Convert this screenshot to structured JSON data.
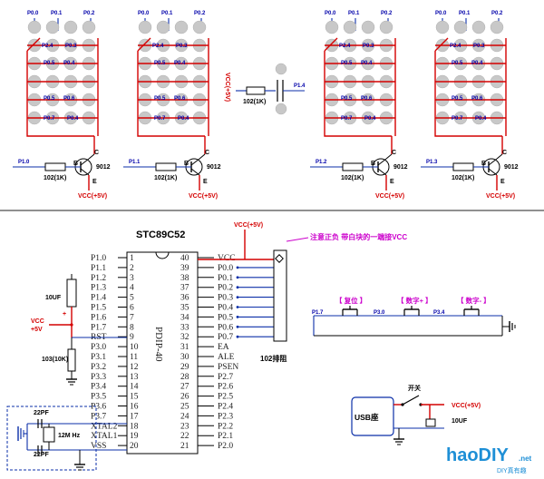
{
  "matrix_labels": {
    "p00": "P0.0",
    "p01": "P0.1",
    "p02": "P0.2",
    "p03": "P0.3",
    "p04": "P0.4",
    "p05": "P0.5",
    "p06": "P0.6",
    "p07": "P0.7",
    "p24": "P2.4"
  },
  "drivers": [
    {
      "port": "P1.0",
      "resistor": "102(1K)",
      "transistor": "9012",
      "b": "B",
      "c": "C",
      "e": "E",
      "vcc": "VCC(+5V)"
    },
    {
      "port": "P1.1",
      "resistor": "102(1K)",
      "transistor": "9012",
      "b": "B",
      "c": "C",
      "e": "E",
      "vcc": "VCC(+5V)"
    },
    {
      "port": "P1.2",
      "resistor": "102(1K)",
      "transistor": "9012",
      "b": "B",
      "c": "C",
      "e": "E",
      "vcc": "VCC(+5V)"
    },
    {
      "port": "P1.3",
      "resistor": "102(1K)",
      "transistor": "9012",
      "b": "B",
      "c": "C",
      "e": "E",
      "vcc": "VCC(+5V)"
    }
  ],
  "single_led": {
    "vcc": "VCC(+5V)",
    "resistor": "102(1K)",
    "port": "P1.4"
  },
  "mcu": {
    "name": "STC89C52",
    "package": "PDIP-40",
    "left_pins": [
      "P1.0",
      "P1.1",
      "P1.2",
      "P1.3",
      "P1.4",
      "P1.5",
      "P1.6",
      "P1.7",
      "RST",
      "P3.0",
      "P3.1",
      "P3.2",
      "P3.3",
      "P3.4",
      "P3.5",
      "P3.6",
      "P3.7",
      "XTAL2",
      "XTAL1",
      "VSS"
    ],
    "left_nums": [
      "1",
      "2",
      "3",
      "4",
      "5",
      "6",
      "7",
      "8",
      "9",
      "10",
      "11",
      "12",
      "13",
      "14",
      "15",
      "16",
      "17",
      "18",
      "19",
      "20"
    ],
    "right_pins": [
      "VCC",
      "P0.0",
      "P0.1",
      "P0.2",
      "P0.3",
      "P0.4",
      "P0.5",
      "P0.6",
      "P0.7",
      "EA",
      "ALE",
      "PSEN",
      "P2.7",
      "P2.6",
      "P2.5",
      "P2.4",
      "P2.3",
      "P2.2",
      "P2.1",
      "P2.0"
    ],
    "right_nums": [
      "40",
      "39",
      "38",
      "37",
      "36",
      "35",
      "34",
      "33",
      "32",
      "31",
      "30",
      "29",
      "28",
      "27",
      "26",
      "25",
      "24",
      "23",
      "22",
      "21"
    ]
  },
  "reset": {
    "cap": "10UF",
    "vcc": "VCC\n+5V",
    "vcc_line1": "VCC",
    "vcc_line2": "+5V",
    "resistor": "103(10K)"
  },
  "crystal": {
    "cap1": "22PF",
    "cap2": "22PF",
    "xtal": "12M Hz"
  },
  "rpack": {
    "vcc": "VCC(+5V)",
    "label": "102排阻"
  },
  "note": "注意正负  带白块的一端接VCC",
  "buttons": [
    {
      "name": "【 复位 】",
      "port": "P1.7"
    },
    {
      "name": "【 数字+ 】",
      "port": "P3.0"
    },
    {
      "name": "【 数字- 】",
      "port": "P3.4"
    }
  ],
  "power": {
    "usb": "USB座",
    "switch": "开关",
    "vcc": "VCC(+5V)",
    "cap": "10UF"
  },
  "watermark": {
    "main": "haoDIY",
    "suffix": ".net",
    "sub": "DIY真有趣"
  },
  "colors": {
    "wire_red": "#d40000",
    "wire_blue": "#0b2fa8",
    "text_blue": "#0000aa",
    "accent_magenta": "#cc00cc",
    "led": "#c8c8c8"
  }
}
